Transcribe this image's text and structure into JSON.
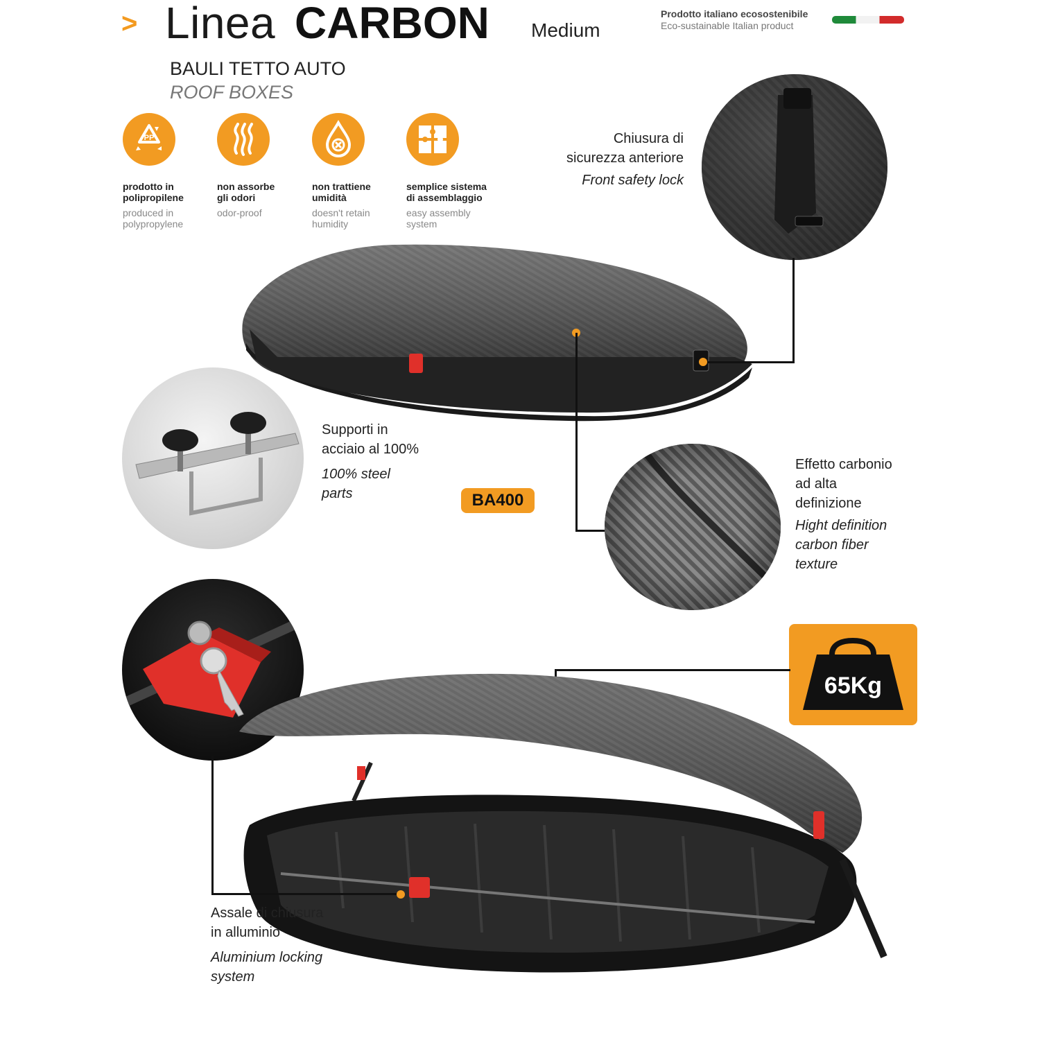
{
  "header": {
    "arrow": ">",
    "title_light": "Linea",
    "title_bold": "CARBON",
    "variant": "Medium",
    "eco_it": "Prodotto italiano ecosostenibile",
    "eco_en": "Eco-sustainable Italian product"
  },
  "category": {
    "it": "BAULI TETTO AUTO",
    "en": "ROOF BOXES"
  },
  "features": [
    {
      "icon": "recycle-pp-icon",
      "icon_text": "PP",
      "it": "prodotto in polipropilene",
      "en": "produced in polypropylene"
    },
    {
      "icon": "odor-waves-icon",
      "it": "non assorbe gli odori",
      "en": "odor-proof"
    },
    {
      "icon": "humidity-drop-icon",
      "it": "non trattiene umidità",
      "en": "doesn't retain humidity"
    },
    {
      "icon": "puzzle-assembly-icon",
      "it": "semplice sistema di assemblaggio",
      "en": "easy assembly system"
    }
  ],
  "callouts": {
    "lock": {
      "it_1": "Chiusura di",
      "it_2": "sicurezza anteriore",
      "en": "Front safety lock"
    },
    "steel": {
      "it_1": "Supporti in",
      "it_2": "acciaio al 100%",
      "en_1": "100% steel",
      "en_2": "parts"
    },
    "carbon": {
      "it_1": "Effetto carbonio",
      "it_2": "ad alta",
      "it_3": "definizione",
      "en_1": "Hight definition",
      "en_2": "carbon fiber",
      "en_3": "texture"
    },
    "axle": {
      "it_1": "Assale di chiusura",
      "it_2": "in alluminio",
      "en_1": "Aluminium locking",
      "en_2": "system"
    }
  },
  "model_code": "BA400",
  "weight": "65Kg",
  "colors": {
    "accent": "#f29b22",
    "dark": "#111111",
    "red_lock": "#e0302a"
  }
}
